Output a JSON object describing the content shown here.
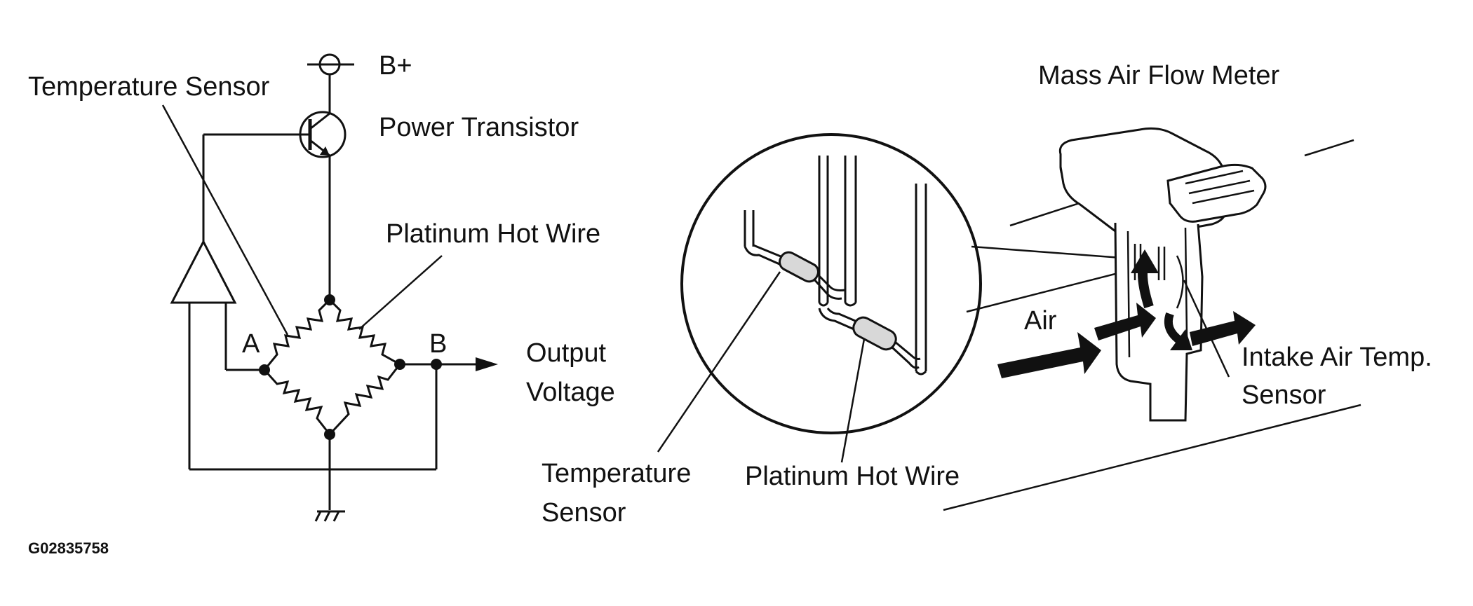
{
  "circuit": {
    "supply_label": "B+",
    "transistor_label": "Power Transistor",
    "temp_sensor_label": "Temperature Sensor",
    "hot_wire_label": "Platinum Hot Wire",
    "node_a_label": "A",
    "node_b_label": "B",
    "output_label_line1": "Output",
    "output_label_line2": "Voltage"
  },
  "meter": {
    "title": "Mass Air Flow Meter",
    "air_label": "Air",
    "intake_sensor_line1": "Intake Air Temp.",
    "intake_sensor_line2": "Sensor",
    "detail_temp_sensor_line1": "Temperature",
    "detail_temp_sensor_line2": "Sensor",
    "detail_hot_wire_label": "Platinum Hot Wire"
  },
  "figure_code": "G02835758",
  "colors": {
    "ink": "#111111",
    "background": "#ffffff",
    "shade": "#d8d8d8"
  }
}
